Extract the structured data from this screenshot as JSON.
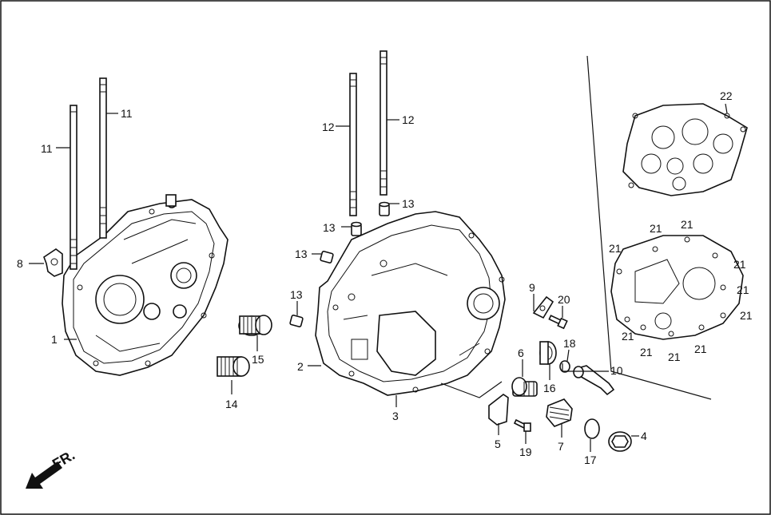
{
  "callouts": [
    {
      "id": "c1",
      "text": "1"
    },
    {
      "id": "c2",
      "text": "2"
    },
    {
      "id": "c3",
      "text": "3"
    },
    {
      "id": "c4",
      "text": "4"
    },
    {
      "id": "c5",
      "text": "5"
    },
    {
      "id": "c6",
      "text": "6"
    },
    {
      "id": "c7",
      "text": "7"
    },
    {
      "id": "c8",
      "text": "8"
    },
    {
      "id": "c9",
      "text": "9"
    },
    {
      "id": "c10",
      "text": "10"
    },
    {
      "id": "c11a",
      "text": "11"
    },
    {
      "id": "c11b",
      "text": "11"
    },
    {
      "id": "c12a",
      "text": "12"
    },
    {
      "id": "c12b",
      "text": "12"
    },
    {
      "id": "c13a",
      "text": "13"
    },
    {
      "id": "c13b",
      "text": "13"
    },
    {
      "id": "c13c",
      "text": "13"
    },
    {
      "id": "c13d",
      "text": "13"
    },
    {
      "id": "c14",
      "text": "14"
    },
    {
      "id": "c15",
      "text": "15"
    },
    {
      "id": "c16",
      "text": "16"
    },
    {
      "id": "c17",
      "text": "17"
    },
    {
      "id": "c18",
      "text": "18"
    },
    {
      "id": "c19",
      "text": "19"
    },
    {
      "id": "c20",
      "text": "20"
    },
    {
      "id": "c21a",
      "text": "21"
    },
    {
      "id": "c21b",
      "text": "21"
    },
    {
      "id": "c21c",
      "text": "21"
    },
    {
      "id": "c21d",
      "text": "21"
    },
    {
      "id": "c21e",
      "text": "21"
    },
    {
      "id": "c21f",
      "text": "21"
    },
    {
      "id": "c21g",
      "text": "21"
    },
    {
      "id": "c21h",
      "text": "21"
    },
    {
      "id": "c21i",
      "text": "21"
    },
    {
      "id": "c22",
      "text": "22"
    }
  ],
  "direction_label": "FR."
}
